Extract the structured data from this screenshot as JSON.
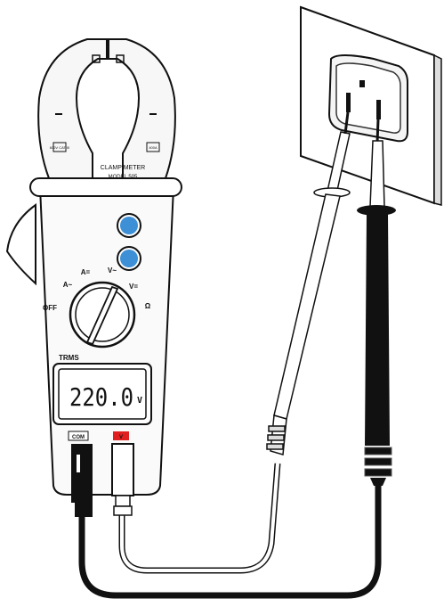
{
  "meter": {
    "brand_line1": "CLAMP METER",
    "brand_line2": "MODEL 505",
    "left_jaw_mark": "600V CAT III",
    "right_jaw_mark": "400A",
    "display_mode": "TRMS",
    "reading": "220.0",
    "reading_unit": "V",
    "dial_off": "OFF",
    "dial_positions": [
      "A~",
      "A=",
      "V~",
      "V=",
      "Ω"
    ],
    "jack_com": "COM",
    "jack_v": "V"
  },
  "colors": {
    "button_blue": "#3d8fd6",
    "red_jack_label": "#e02020",
    "black_probe": "#111111"
  }
}
